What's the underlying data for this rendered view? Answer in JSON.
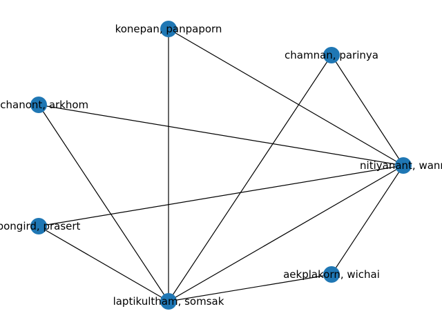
{
  "style": {
    "node_color": "#1f77b4",
    "edge_color": "#000000",
    "background": "#ffffff"
  },
  "nodes": [
    {
      "id": "konepan",
      "label": "konepan, panpaporn"
    },
    {
      "id": "chamnan",
      "label": "chamnan, parinya"
    },
    {
      "id": "wichanont",
      "label": "wichanont, arkhom"
    },
    {
      "id": "nitiyanant",
      "label": "nitiyanant, wann"
    },
    {
      "id": "pongird",
      "label": "pongird, prasert"
    },
    {
      "id": "aekplakorn",
      "label": "aekplakorn, wichai"
    },
    {
      "id": "laptikultham",
      "label": "laptikultham, somsak"
    }
  ],
  "edges": [
    [
      "konepan",
      "nitiyanant"
    ],
    [
      "konepan",
      "laptikultham"
    ],
    [
      "chamnan",
      "nitiyanant"
    ],
    [
      "chamnan",
      "laptikultham"
    ],
    [
      "wichanont",
      "nitiyanant"
    ],
    [
      "wichanont",
      "laptikultham"
    ],
    [
      "pongird",
      "nitiyanant"
    ],
    [
      "pongird",
      "laptikultham"
    ],
    [
      "nitiyanant",
      "laptikultham"
    ],
    [
      "nitiyanant",
      "aekplakorn"
    ],
    [
      "aekplakorn",
      "laptikultham"
    ]
  ]
}
